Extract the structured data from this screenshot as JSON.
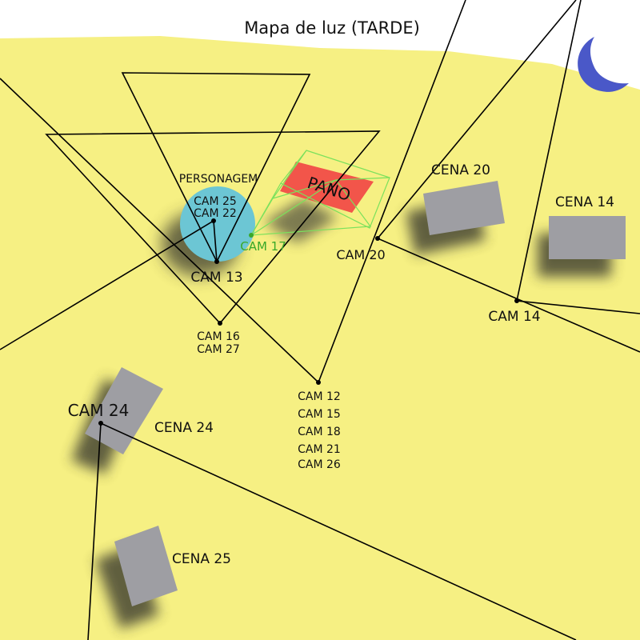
{
  "title": "Mapa de luz (TARDE)",
  "colors": {
    "background": "#ffffff",
    "light_area": "#f6f083",
    "character": "#6cc6d4",
    "cloth": "#f2554a",
    "cloth_wire": "#7be15c",
    "green_label": "#3aa82a",
    "scenery": "#9e9ea3",
    "moon": "#4a58c8",
    "lines": "#000000"
  },
  "moon_icon": "crescent-moon-icon",
  "character_label": "PERSONAGEM",
  "cloth_label": "PANO",
  "camera_labels": {
    "cam_25": "CAM 25",
    "cam_22": "CAM 22",
    "cam_13": "CAM 13",
    "cam_17": "CAM 17",
    "cam_20": "CAM 20",
    "cam_14": "CAM 14",
    "cam_16": "CAM 16",
    "cam_27": "CAM 27",
    "cam_24": "CAM 24",
    "cam_12": "CAM 12",
    "cam_15": "CAM 15",
    "cam_18": "CAM 18",
    "cam_21": "CAM 21",
    "cam_26": "CAM 26"
  },
  "scene_labels": {
    "cena_20": "CENA 20",
    "cena_14": "CENA 14",
    "cena_24": "CENA 24",
    "cena_25": "CENA 25"
  }
}
